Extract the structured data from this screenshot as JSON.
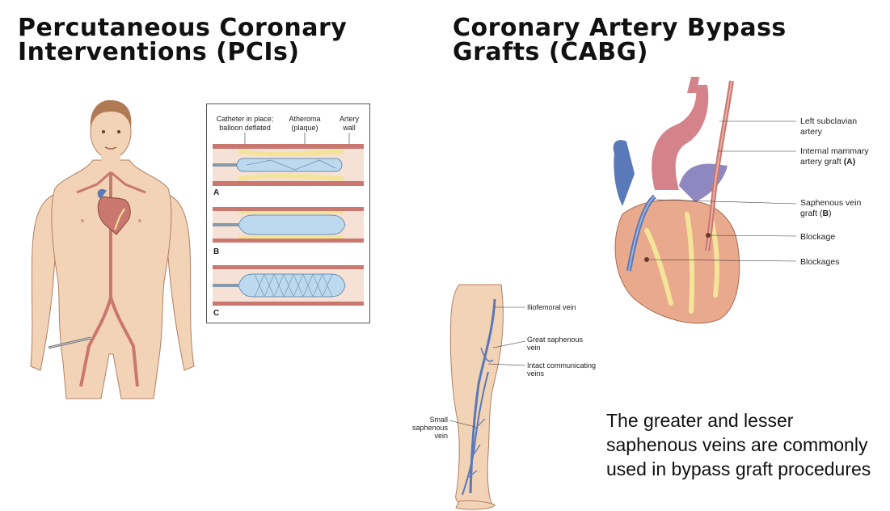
{
  "titles": {
    "pci": [
      "Percutaneous Coronary",
      "Interventions (PCIs)"
    ],
    "cabg": [
      "Coronary Artery Bypass",
      "Grafts (CABG)"
    ]
  },
  "pci_panel": {
    "labels": {
      "catheter": [
        "Catheter in place;",
        "balloon deflated"
      ],
      "atheroma": [
        "Atheroma",
        "(plaque)"
      ],
      "artery_wall": [
        "Artery",
        "wall"
      ]
    },
    "steps": [
      "A",
      "B",
      "C"
    ]
  },
  "leg_labels": {
    "iliofemoral": "Iliofemoral vein",
    "great_saphenous": [
      "Great saphenous",
      "vein"
    ],
    "communicating": [
      "Intact communicating",
      "veins"
    ],
    "small_saphenous": [
      "Small",
      "saphenous",
      "vein"
    ]
  },
  "heart_labels": {
    "left_subclavian": [
      "Left subclavian",
      "artery"
    ],
    "internal_mammary": [
      "Internal mammary",
      "artery graft ",
      "(A)"
    ],
    "saphenous_graft": [
      "Saphenous vein",
      "graft (",
      "B",
      ")"
    ],
    "blockage": "Blockage",
    "blockages": "Blockages"
  },
  "caption": "The greater and lesser saphenous veins are commonly used in bypass graft procedures",
  "colors": {
    "skin": "#f2d3b6",
    "skin_outline": "#b08066",
    "artery": "#c9776f",
    "vein": "#5a79b8",
    "plaque": "#f3e49a",
    "heart": "#e9a98c",
    "panel_border": "#555555"
  }
}
